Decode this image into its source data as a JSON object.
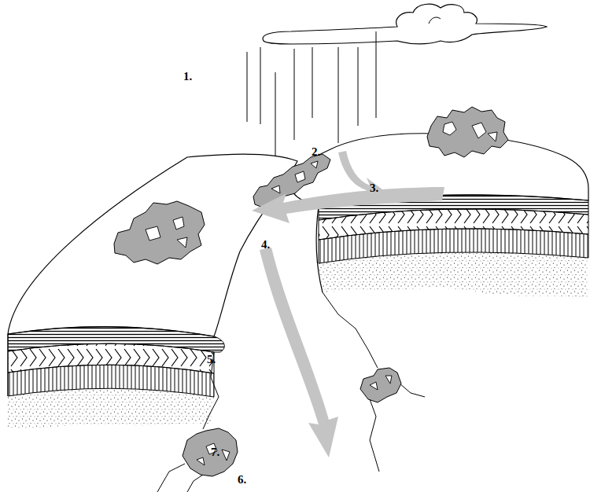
{
  "diagram": {
    "labels": [
      "1.",
      "2.",
      "3.",
      "4.",
      "5.",
      "6.",
      "7."
    ]
  }
}
